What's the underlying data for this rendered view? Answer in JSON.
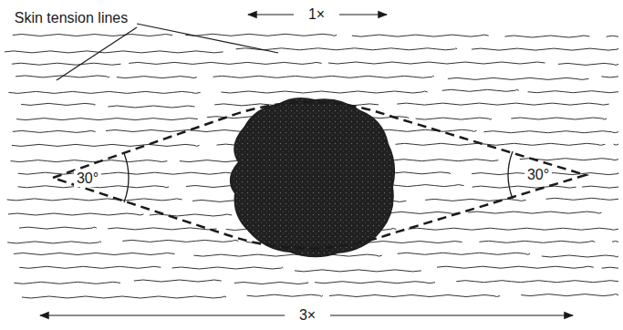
{
  "diagram": {
    "labels": [
      "Skin tension lines",
      "1×",
      "30°",
      "30°",
      "3×"
    ]
  }
}
